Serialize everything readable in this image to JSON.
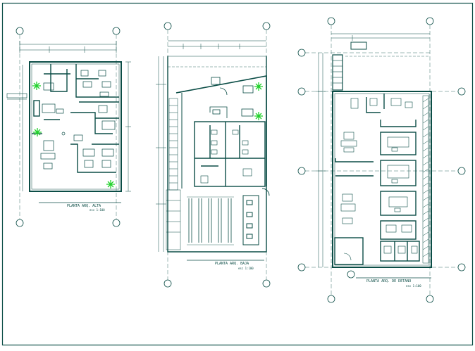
{
  "colors": {
    "line": "#0b4d46",
    "background": "#ffffff",
    "plant": "#1fd12a"
  },
  "plans": [
    {
      "title": "PLANTA  ARQ.  ALTA",
      "scale": "esc 1:100"
    },
    {
      "title": "PLANTA  ARQ.  BAJA",
      "scale": "esc 1:100"
    },
    {
      "title": "PLANTA  ARQ.  DE  DETANO",
      "scale": "esc 1:100"
    }
  ]
}
